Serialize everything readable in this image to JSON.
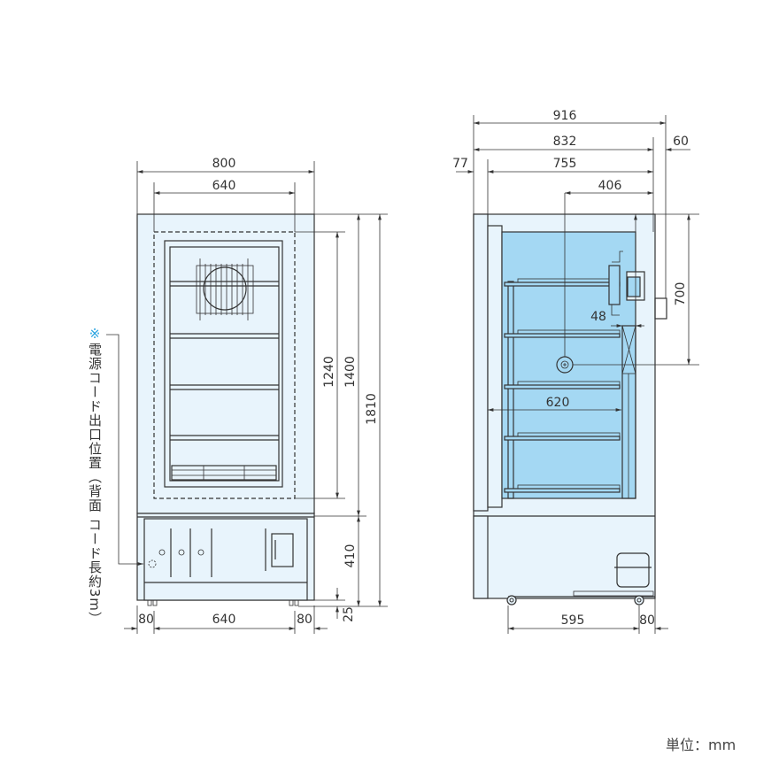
{
  "front_view": {
    "dims": {
      "width_total": "800",
      "width_inner": "640",
      "height_inner": "1240",
      "height_door": "1400",
      "height_total": "1810",
      "height_base": "410",
      "height_feet": "25",
      "bottom_left": "80",
      "bottom_mid": "640",
      "bottom_right": "80"
    },
    "note": {
      "mark": "※",
      "text": "電源コード出口位置（背面 コード長約3m）"
    }
  },
  "side_view": {
    "dims": {
      "depth_total": "916",
      "depth_body": "832",
      "rear_offset": "60",
      "door_thickness": "77",
      "depth_inner": "755",
      "center_offset": "406",
      "height_center": "700",
      "duct": "48",
      "shelf_depth": "620",
      "wheelbase": "595",
      "wheel_rear": "80"
    }
  },
  "unit_label": "単位：mm",
  "colors": {
    "body": "#e8f4fc",
    "interior": "#a4d8f3",
    "line": "#333333",
    "note_mark": "#29a3e0"
  }
}
